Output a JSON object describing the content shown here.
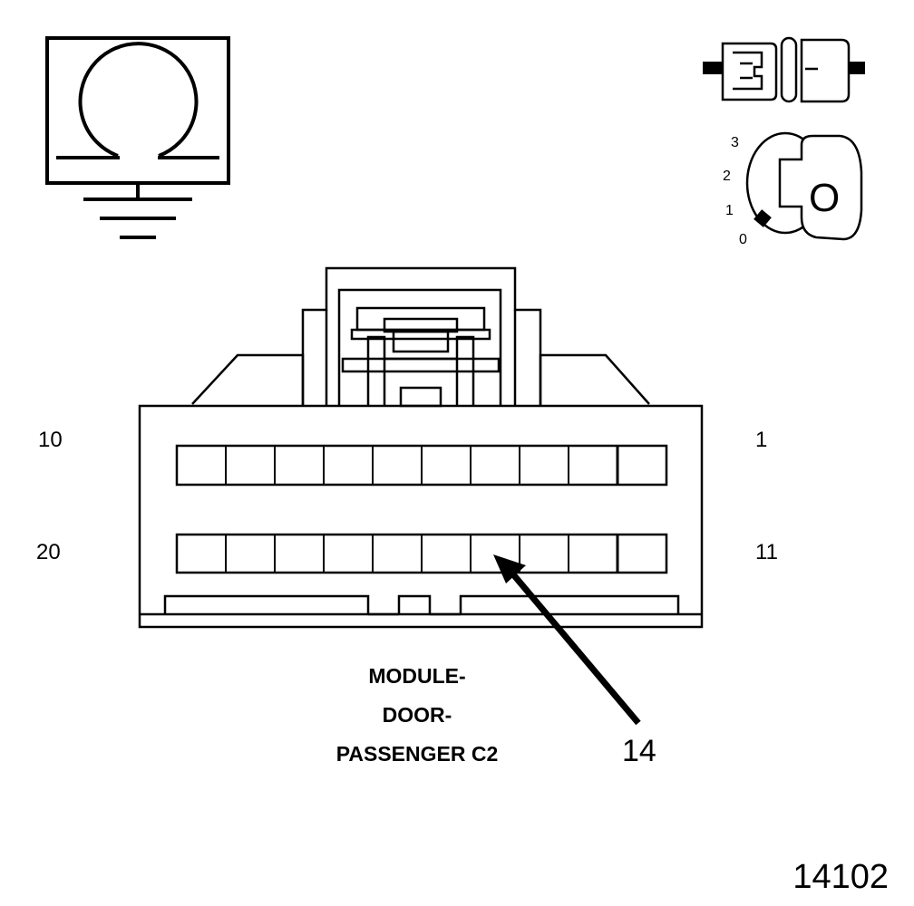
{
  "ohmmeter_symbol": {
    "glyph": "Ω"
  },
  "ignition": {
    "position_labels": [
      "0",
      "1",
      "2",
      "3"
    ],
    "key_label": "O"
  },
  "connector": {
    "pins_per_row": 10,
    "labels": {
      "top_left": "10",
      "top_right": "1",
      "bottom_left": "20",
      "bottom_right": "11"
    },
    "name_lines": [
      "MODULE-",
      "DOOR-",
      "PASSENGER C2"
    ],
    "callout_pin": "14"
  },
  "figure_number": "14102"
}
